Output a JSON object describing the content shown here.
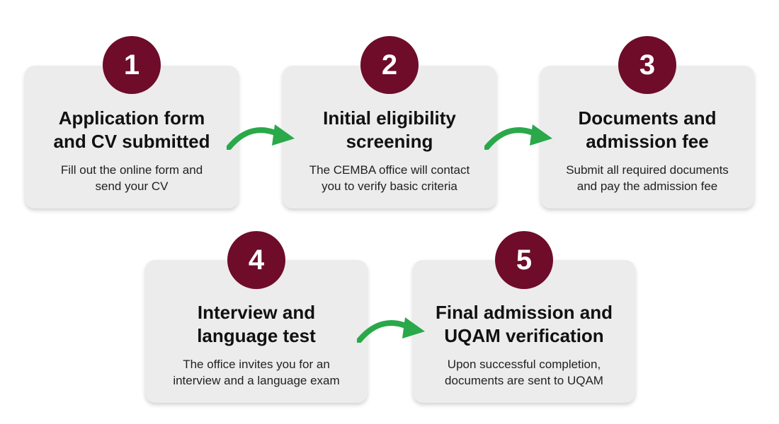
{
  "colors": {
    "badge": "#6e0c2a",
    "card": "#ececec",
    "arrow": "#2aa84a"
  },
  "steps": [
    {
      "number": "1",
      "title_lines": [
        "Application form",
        "and CV submitted"
      ],
      "desc_lines": [
        "Fill out the online form and",
        "send your CV"
      ]
    },
    {
      "number": "2",
      "title_lines": [
        "Initial eligibility",
        "screening"
      ],
      "desc_lines": [
        "The CEMBA office will contact",
        "you to verify basic criteria"
      ]
    },
    {
      "number": "3",
      "title_lines": [
        "Documents and",
        "admission fee"
      ],
      "desc_lines": [
        "Submit all required documents",
        "and pay the admission fee"
      ]
    },
    {
      "number": "4",
      "title_lines": [
        "Interview and",
        "language test"
      ],
      "desc_lines": [
        "The office invites you for an",
        "interview and a language exam"
      ]
    },
    {
      "number": "5",
      "title_lines": [
        "Final admission and",
        "UQAM verification"
      ],
      "desc_lines": [
        "Upon successful completion,",
        "documents are sent to UQAM"
      ]
    }
  ],
  "arrows": [
    {
      "from": "1",
      "to": "2",
      "icon": "curved-arrow-icon"
    },
    {
      "from": "2",
      "to": "3",
      "icon": "curved-arrow-icon"
    },
    {
      "from": "4",
      "to": "5",
      "icon": "curved-arrow-icon"
    }
  ]
}
